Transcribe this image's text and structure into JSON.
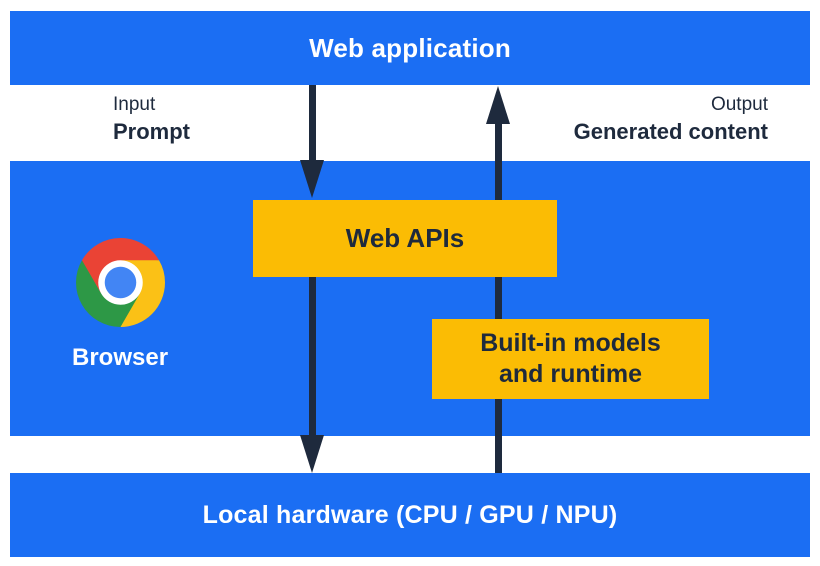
{
  "colors": {
    "band_blue": "#1b6ef3",
    "box_yellow": "#fbbc04",
    "arrow_ink": "#1e2a3d",
    "text_on_blue": "#ffffff",
    "logo_red": "#ea4335",
    "logo_green": "#2d9846",
    "logo_yellow": "#fbc116",
    "logo_blue": "#4285f4",
    "logo_white": "#ffffff"
  },
  "top_bar": {
    "label": "Web application"
  },
  "io_labels": {
    "input_title": "Input",
    "input_value": "Prompt",
    "output_title": "Output",
    "output_value": "Generated content"
  },
  "browser_block": {
    "browser_label": "Browser",
    "web_apis_label": "Web APIs",
    "builtin_line1": "Built-in models",
    "builtin_line2": "and runtime"
  },
  "bottom_bar": {
    "label": "Local hardware (CPU / GPU / NPU)"
  },
  "icons": {
    "chrome_logo": "chrome-browser-logo"
  },
  "arrows": {
    "down_arrow_meaning": "Prompt flows from web application through Web APIs to local hardware",
    "up_arrow_meaning": "Generated content flows from local hardware through built-in models and runtime to web application"
  }
}
